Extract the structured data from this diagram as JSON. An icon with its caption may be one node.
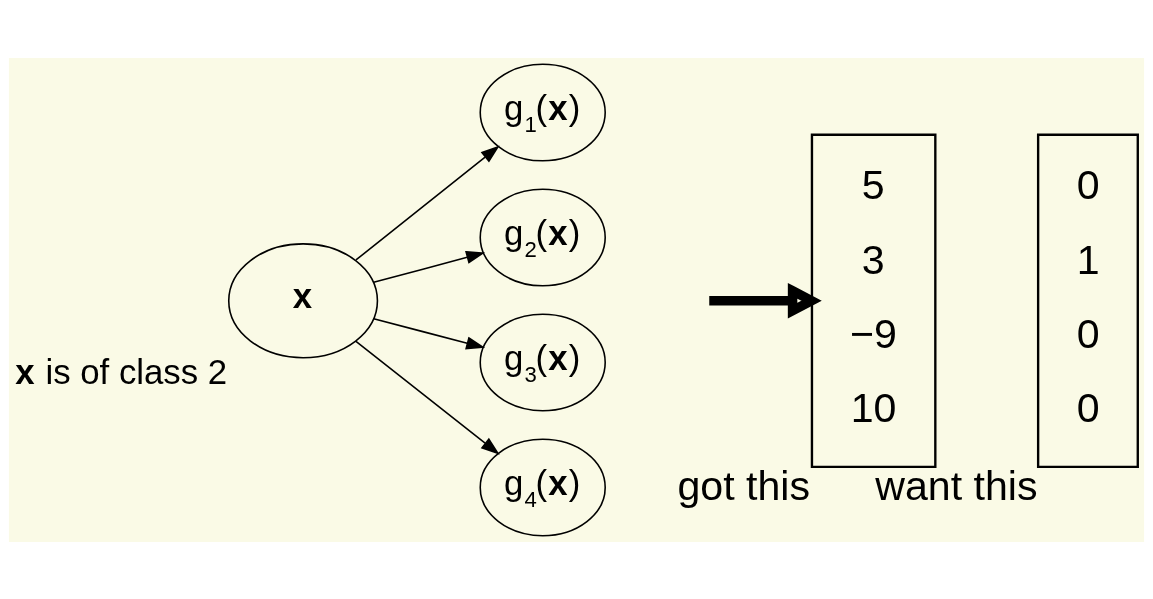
{
  "diagram": {
    "nodes": [
      {
        "text": [
          "x"
        ],
        "beside": [
          "**x** is of class 2"
        ]
      },
      {
        "text": [
          "g$_{1}$(**x**)"
        ]
      },
      {
        "text": [
          "g$_{2}$(**x**)"
        ]
      },
      {
        "text": [
          "g$_{3}$(**x**)"
        ]
      },
      {
        "text": [
          "g$_{4}$(**x**)"
        ]
      },
      {
        "text": [
          "5",
          "3",
          "−9",
          "10"
        ],
        "beside": [
          "got this"
        ]
      },
      {
        "text": [
          "0",
          "1",
          "0",
          "0"
        ],
        "beside": [
          "want this"
        ]
      }
    ],
    "edges": [
      {
        "from": 0,
        "to": 1,
        "arrow": "to"
      },
      {
        "from": 0,
        "to": 2,
        "arrow": "to"
      },
      {
        "from": 0,
        "to": 3,
        "arrow": "to"
      },
      {
        "from": 0,
        "to": 4,
        "arrow": "to"
      },
      {
        "from": null,
        "to": 5,
        "arrow": "to",
        "style": "thick"
      }
    ]
  }
}
